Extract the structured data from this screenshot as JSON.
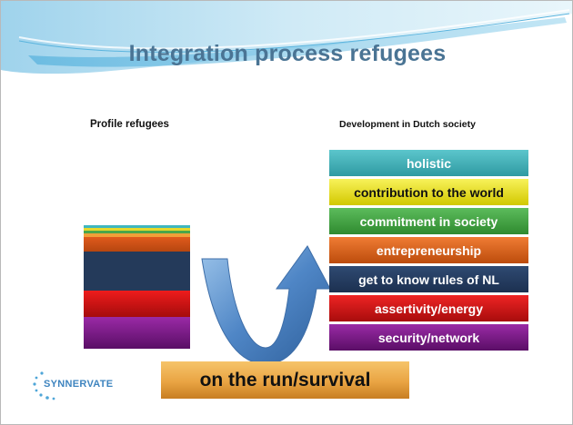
{
  "title": "Integration process refugees",
  "left_label": "Profile refugees",
  "right_label": "Development in Dutch society",
  "profile_layers": [
    {
      "color": "#3fb7c0"
    },
    {
      "color": "#e5d92c"
    },
    {
      "color": "#4aa64a"
    },
    {
      "color": "#f0a038"
    },
    {
      "color": "#e05a1c"
    },
    {
      "color": "#243a5a"
    },
    {
      "color": "#e01818"
    },
    {
      "color": "#7a1a86"
    }
  ],
  "stages": [
    {
      "label": "holistic",
      "color": "#3fb4bb",
      "text": "#ffffff"
    },
    {
      "label": "contribution to the world",
      "color": "#f2ea12",
      "text": "#111111"
    },
    {
      "label": "commitment in society",
      "color": "#46a446",
      "text": "#ffffff"
    },
    {
      "label": "entrepreneurship",
      "color": "#e4661c",
      "text": "#ffffff"
    },
    {
      "label": "get to know rules of NL",
      "color": "#253e62",
      "text": "#ffffff"
    },
    {
      "label": "assertivity/energy",
      "color": "#d91616",
      "text": "#ffffff"
    },
    {
      "label": "security/network",
      "color": "#7c1a88",
      "text": "#ffffff"
    }
  ],
  "base_label": "on the run/survival",
  "logo": {
    "text": "SYNNERVATE"
  }
}
